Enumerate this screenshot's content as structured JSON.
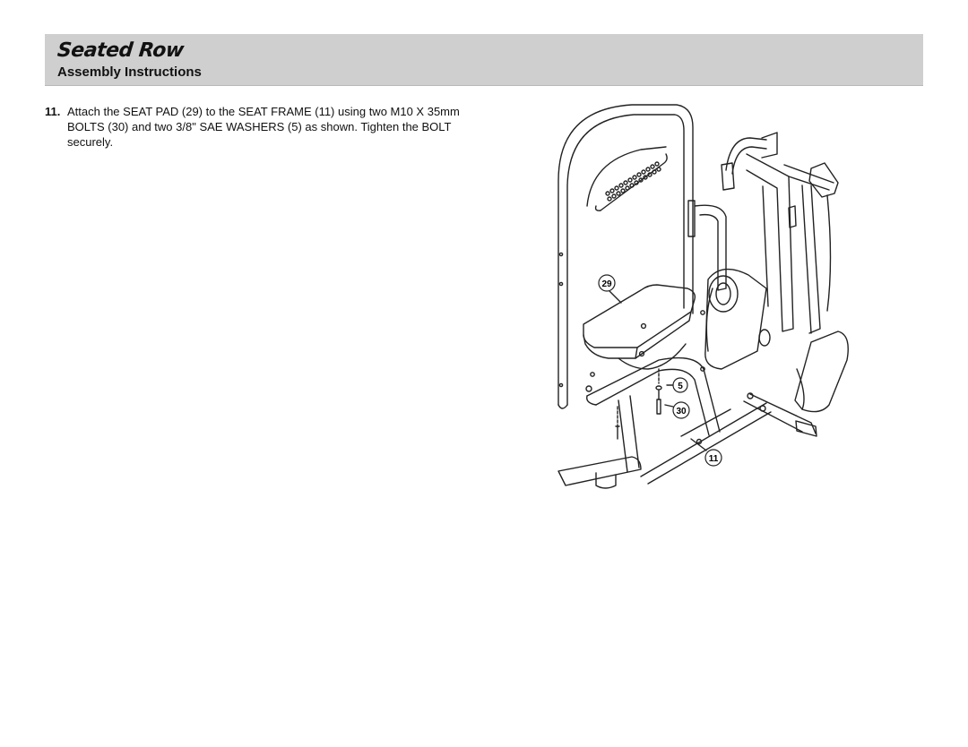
{
  "header": {
    "title": "Seated Row",
    "subtitle": "Assembly Instructions"
  },
  "step": {
    "number": "11.",
    "text": "Attach the SEAT PAD (29) to the SEAT FRAME (11) using two M10 X 35mm BOLTS (30) and two 3/8\" SAE WASHERS (5) as shown. Tighten the BOLT securely."
  },
  "diagram": {
    "callouts": {
      "seat_pad": "29",
      "washer": "5",
      "bolt": "30",
      "seat_frame": "11"
    }
  }
}
